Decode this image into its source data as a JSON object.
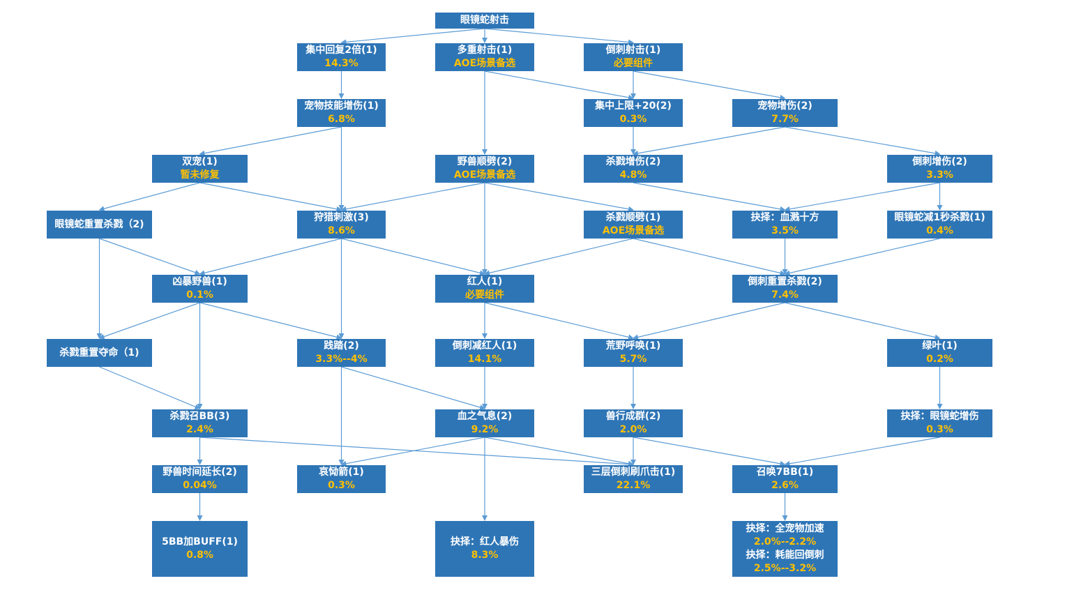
{
  "colors": {
    "node_fill": "#2E75B6",
    "node_text": "#FFFFFF",
    "highlight_text": "#FFC000",
    "edge": "#5B9BD5"
  },
  "nodes": {
    "root": {
      "name": "眼镜蛇射击",
      "sub": ""
    },
    "n1": {
      "name": "集中回复2倍(1)",
      "sub": "14.3%"
    },
    "n2": {
      "name": "多重射击(1)",
      "sub": "AOE场景备选"
    },
    "n3": {
      "name": "倒刺射击(1)",
      "sub": "必要组件"
    },
    "n4": {
      "name": "宠物技能增伤(1)",
      "sub": "6.8%"
    },
    "n5": {
      "name": "集中上限+20(2)",
      "sub": "0.3%"
    },
    "n6": {
      "name": "宠物增伤(2)",
      "sub": "7.7%"
    },
    "n7": {
      "name": "双宠(1)",
      "sub": "暂未修复"
    },
    "n8": {
      "name": "野兽顺劈(2)",
      "sub": "AOE场景备选"
    },
    "n9": {
      "name": "杀戮增伤(2)",
      "sub": "4.8%"
    },
    "n10": {
      "name": "倒刺增伤(2)",
      "sub": "3.3%"
    },
    "n11": {
      "name": "眼镜蛇重置杀戮（2)",
      "sub": ""
    },
    "n12": {
      "name": "狩猎刺激(3)",
      "sub": "8.6%"
    },
    "n13": {
      "name": "杀戮顺劈(1)",
      "sub": "AOE场景备选"
    },
    "n14": {
      "name": "抉择：血溅十方",
      "sub": "3.5%"
    },
    "n15": {
      "name": "眼镜蛇减1秒杀戮(1)",
      "sub": "0.4%"
    },
    "n16": {
      "name": "凶暴野兽(1)",
      "sub": "0.1%"
    },
    "n17": {
      "name": "红人(1)",
      "sub": "必要组件"
    },
    "n18": {
      "name": "倒刺重置杀戮(2)",
      "sub": "7.4%"
    },
    "n19": {
      "name": "杀戮重置夺命（1)",
      "sub": ""
    },
    "n20": {
      "name": "践踏(2)",
      "sub": "3.3%--4%"
    },
    "n21": {
      "name": "倒刺减红人(1)",
      "sub": "14.1%"
    },
    "n22": {
      "name": "荒野呼唤(1)",
      "sub": "5.7%"
    },
    "n23": {
      "name": "绿叶(1)",
      "sub": "0.2%"
    },
    "n24": {
      "name": "杀戮召BB(3)",
      "sub": "2.4%"
    },
    "n25": {
      "name": "血之气息(2)",
      "sub": "9.2%"
    },
    "n26": {
      "name": "兽行成群(2)",
      "sub": "2.0%"
    },
    "n27": {
      "name": "抉择：眼镜蛇增伤",
      "sub": "0.3%"
    },
    "n28": {
      "name": "野兽时间延长(2)",
      "sub": "0.04%"
    },
    "n29": {
      "name": "哀恸箭(1)",
      "sub": "0.3%"
    },
    "n30": {
      "name": "三层倒刺刷爪击(1)",
      "sub": "22.1%"
    },
    "n31": {
      "name": "召唤7BB(1)",
      "sub": "2.6%"
    },
    "n32": {
      "name": "5BB加BUFF(1)",
      "sub": "0.8%"
    },
    "n33": {
      "name": "抉择：红人暴伤",
      "sub": "8.3%"
    },
    "n34": {
      "l1": "抉择：全宠物加速",
      "l2": "2.0%--2.2%",
      "l3": "抉择：耗能回倒刺",
      "l4": "2.5%--3.2%"
    }
  },
  "edges": [
    [
      "root",
      "n1"
    ],
    [
      "root",
      "n2"
    ],
    [
      "root",
      "n3"
    ],
    [
      "n1",
      "n4"
    ],
    [
      "n2",
      "n5"
    ],
    [
      "n3",
      "n5"
    ],
    [
      "n3",
      "n6"
    ],
    [
      "n2",
      "n8"
    ],
    [
      "n4",
      "n7"
    ],
    [
      "n4",
      "n12"
    ],
    [
      "n5",
      "n9"
    ],
    [
      "n6",
      "n9"
    ],
    [
      "n6",
      "n10"
    ],
    [
      "n7",
      "n11"
    ],
    [
      "n7",
      "n12"
    ],
    [
      "n8",
      "n12"
    ],
    [
      "n8",
      "n13"
    ],
    [
      "n8",
      "n17"
    ],
    [
      "n9",
      "n14"
    ],
    [
      "n10",
      "n14"
    ],
    [
      "n10",
      "n15"
    ],
    [
      "n11",
      "n16"
    ],
    [
      "n11",
      "n19"
    ],
    [
      "n12",
      "n16"
    ],
    [
      "n12",
      "n17"
    ],
    [
      "n12",
      "n20"
    ],
    [
      "n13",
      "n17"
    ],
    [
      "n13",
      "n18"
    ],
    [
      "n14",
      "n18"
    ],
    [
      "n15",
      "n18"
    ],
    [
      "n16",
      "n19"
    ],
    [
      "n16",
      "n20"
    ],
    [
      "n16",
      "n24"
    ],
    [
      "n17",
      "n21"
    ],
    [
      "n17",
      "n22"
    ],
    [
      "n18",
      "n22"
    ],
    [
      "n18",
      "n23"
    ],
    [
      "n19",
      "n24"
    ],
    [
      "n20",
      "n25"
    ],
    [
      "n20",
      "n29"
    ],
    [
      "n21",
      "n25"
    ],
    [
      "n22",
      "n26"
    ],
    [
      "n23",
      "n27"
    ],
    [
      "n24",
      "n28"
    ],
    [
      "n24",
      "n30"
    ],
    [
      "n25",
      "n29"
    ],
    [
      "n25",
      "n30"
    ],
    [
      "n25",
      "n33"
    ],
    [
      "n26",
      "n30"
    ],
    [
      "n26",
      "n31"
    ],
    [
      "n27",
      "n31"
    ],
    [
      "n28",
      "n32"
    ],
    [
      "n31",
      "n34"
    ]
  ]
}
